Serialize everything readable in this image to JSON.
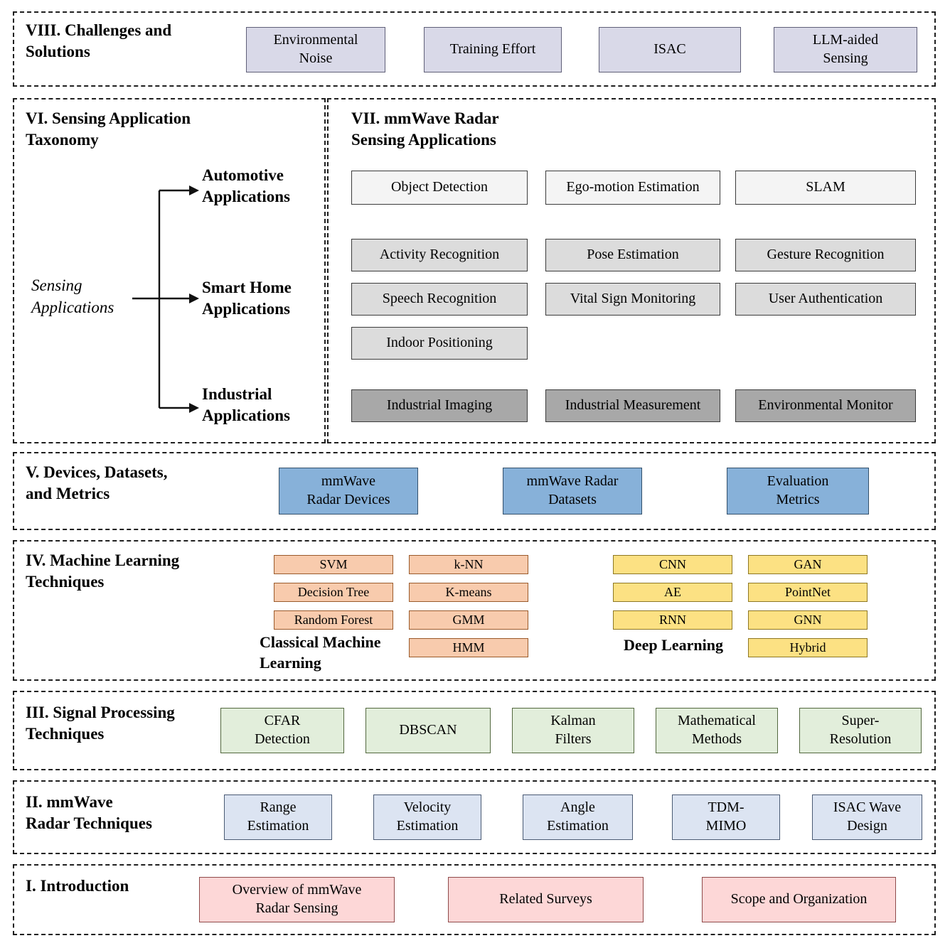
{
  "s8": {
    "title": "VIII. Challenges and\nSolutions",
    "items": [
      "Environmental\nNoise",
      "Training Effort",
      "ISAC",
      "LLM-aided\nSensing"
    ]
  },
  "s6": {
    "title": "VI. Sensing Application\nTaxonomy",
    "root_label": "Sensing\nApplications",
    "branches": [
      "Automotive\nApplications",
      "Smart Home\nApplications",
      "Industrial\nApplications"
    ]
  },
  "s7": {
    "title": "VII. mmWave Radar\nSensing Applications",
    "automotive": [
      "Object Detection",
      "Ego-motion Estimation",
      "SLAM"
    ],
    "smart_home": [
      "Activity Recognition",
      "Pose Estimation",
      "Gesture Recognition",
      "Speech Recognition",
      "Vital Sign Monitoring",
      "User Authentication",
      "Indoor Positioning"
    ],
    "industrial": [
      "Industrial Imaging",
      "Industrial Measurement",
      "Environmental Monitor"
    ]
  },
  "s5": {
    "title": "V. Devices, Datasets,\nand Metrics",
    "items": [
      "mmWave\nRadar Devices",
      "mmWave Radar\nDatasets",
      "Evaluation\nMetrics"
    ]
  },
  "s4": {
    "title": "IV. Machine Learning\nTechniques",
    "classical_label": "Classical Machine\nLearning",
    "classical_col1": [
      "SVM",
      "Decision Tree",
      "Random Forest"
    ],
    "classical_col2": [
      "k-NN",
      "K-means",
      "GMM",
      "HMM"
    ],
    "deep_label": "Deep Learning",
    "deep_col1": [
      "CNN",
      "AE",
      "RNN"
    ],
    "deep_col2": [
      "GAN",
      "PointNet",
      "GNN",
      "Hybrid"
    ]
  },
  "s3": {
    "title": "III. Signal Processing\nTechniques",
    "items": [
      "CFAR\nDetection",
      "DBSCAN",
      "Kalman\nFilters",
      "Mathematical\nMethods",
      "Super-\nResolution"
    ]
  },
  "s2": {
    "title": "II. mmWave\nRadar Techniques",
    "items": [
      "Range\nEstimation",
      "Velocity\nEstimation",
      "Angle\nEstimation",
      "TDM-\nMIMO",
      "ISAC Wave\nDesign"
    ]
  },
  "s1": {
    "title": "I. Introduction",
    "items": [
      "Overview of mmWave\nRadar Sensing",
      "Related Surveys",
      "Scope and Organization"
    ]
  },
  "colors": {
    "challenges_box": "#d9d9e8",
    "automotive_row": "#f4f4f4",
    "smart_home_row": "#dcdcdc",
    "industrial_row": "#a8a8a8",
    "devices_box": "#87b1d9",
    "classical_ml_box": "#f8cbad",
    "deep_learning_box": "#fce183",
    "signal_processing_box": "#e2eedb",
    "radar_techniques_box": "#dce4f2",
    "introduction_box": "#fdd7d7"
  }
}
